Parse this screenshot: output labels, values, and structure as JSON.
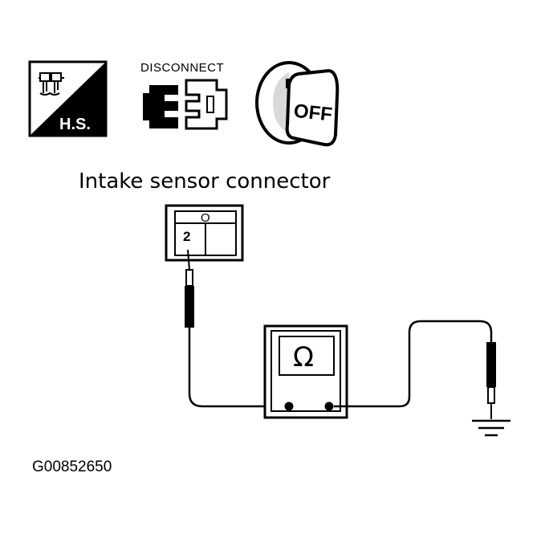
{
  "icons": {
    "harness_label": "H.S.",
    "disconnect_label": "DISCONNECT",
    "ignition_label": "OFF"
  },
  "connector": {
    "title": "Intake sensor connector",
    "pin_label": "2",
    "header_symbol": "O"
  },
  "meter": {
    "symbol": "Ω"
  },
  "figure_code": "G00852650"
}
